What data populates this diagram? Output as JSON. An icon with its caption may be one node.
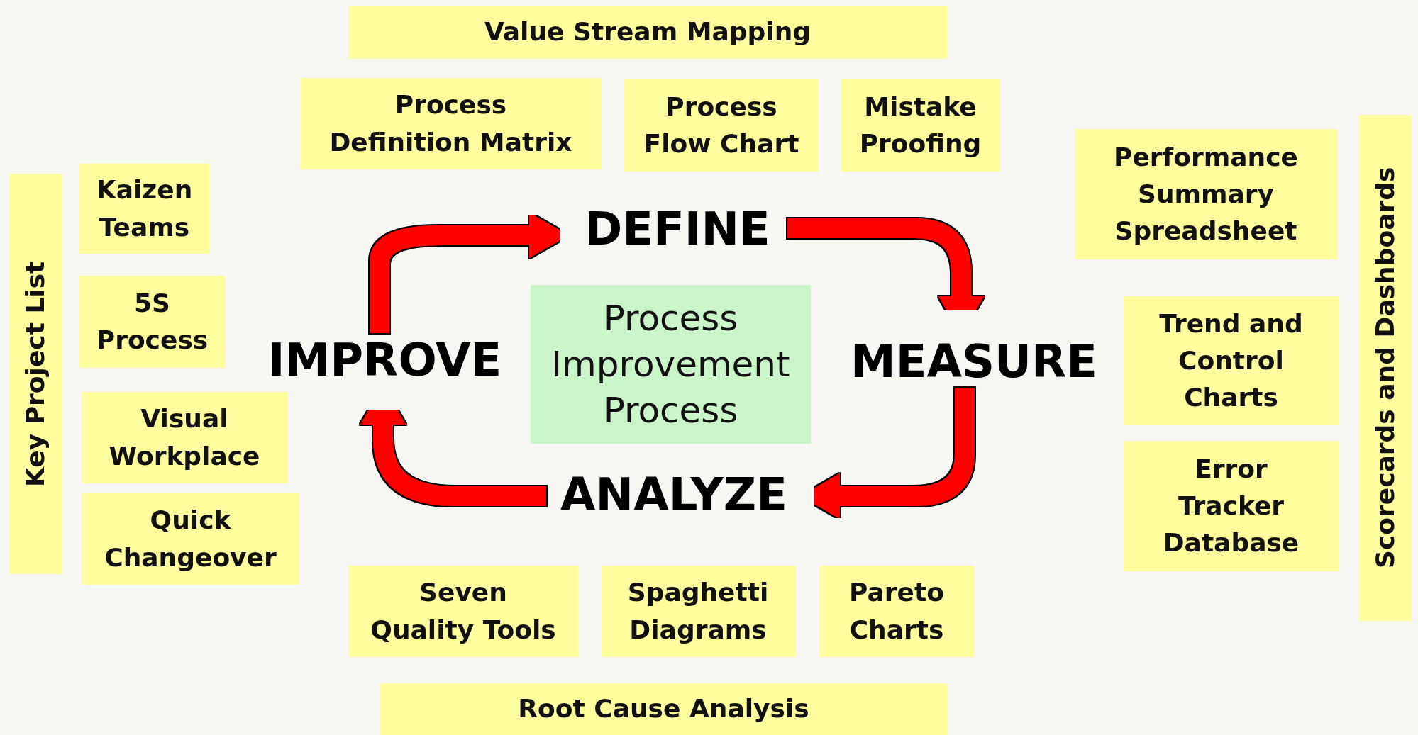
{
  "diagram": {
    "nodes": [
      {
        "text": [
          "Value Stream Mapping"
        ]
      },
      {
        "text": [
          "Process Definition Matrix"
        ]
      },
      {
        "text": [
          "Process Flow Chart"
        ]
      },
      {
        "text": [
          "Mistake Proofing"
        ]
      },
      {
        "text": [
          "Kaizen Teams"
        ]
      },
      {
        "text": [
          "Performance Summary Spreadsheet"
        ]
      },
      {
        "text": [
          "Scorecards and Dashboards"
        ]
      },
      {
        "text": [
          "Key Project List"
        ]
      },
      {
        "text": [
          "DEFINE"
        ]
      },
      {
        "text": [
          "5S Process"
        ]
      },
      {
        "text": [
          "Trend and Control Charts"
        ]
      },
      {
        "text": [
          "IMPROVE"
        ]
      },
      {
        "text": [
          "Process Improvement Process"
        ]
      },
      {
        "text": [
          "MEASURE"
        ]
      },
      {
        "text": [
          "Visual Workplace"
        ]
      },
      {
        "text": [
          "Error Tracker Database"
        ]
      },
      {
        "text": [
          "ANALYZE"
        ]
      },
      {
        "text": [
          "Quick Changeover"
        ]
      },
      {
        "text": [
          "Seven Quality Tools"
        ]
      },
      {
        "text": [
          "Spaghetti Diagrams"
        ]
      },
      {
        "text": [
          "Pareto Charts"
        ]
      },
      {
        "text": [
          "Root Cause Analysis"
        ]
      }
    ],
    "edges": [
      {
        "from": 11,
        "to": 8,
        "arrow": "to"
      },
      {
        "from": 8,
        "to": 13,
        "arrow": "to"
      },
      {
        "from": 13,
        "to": 16,
        "arrow": "to"
      },
      {
        "from": 16,
        "to": 11,
        "arrow": "to"
      }
    ]
  }
}
